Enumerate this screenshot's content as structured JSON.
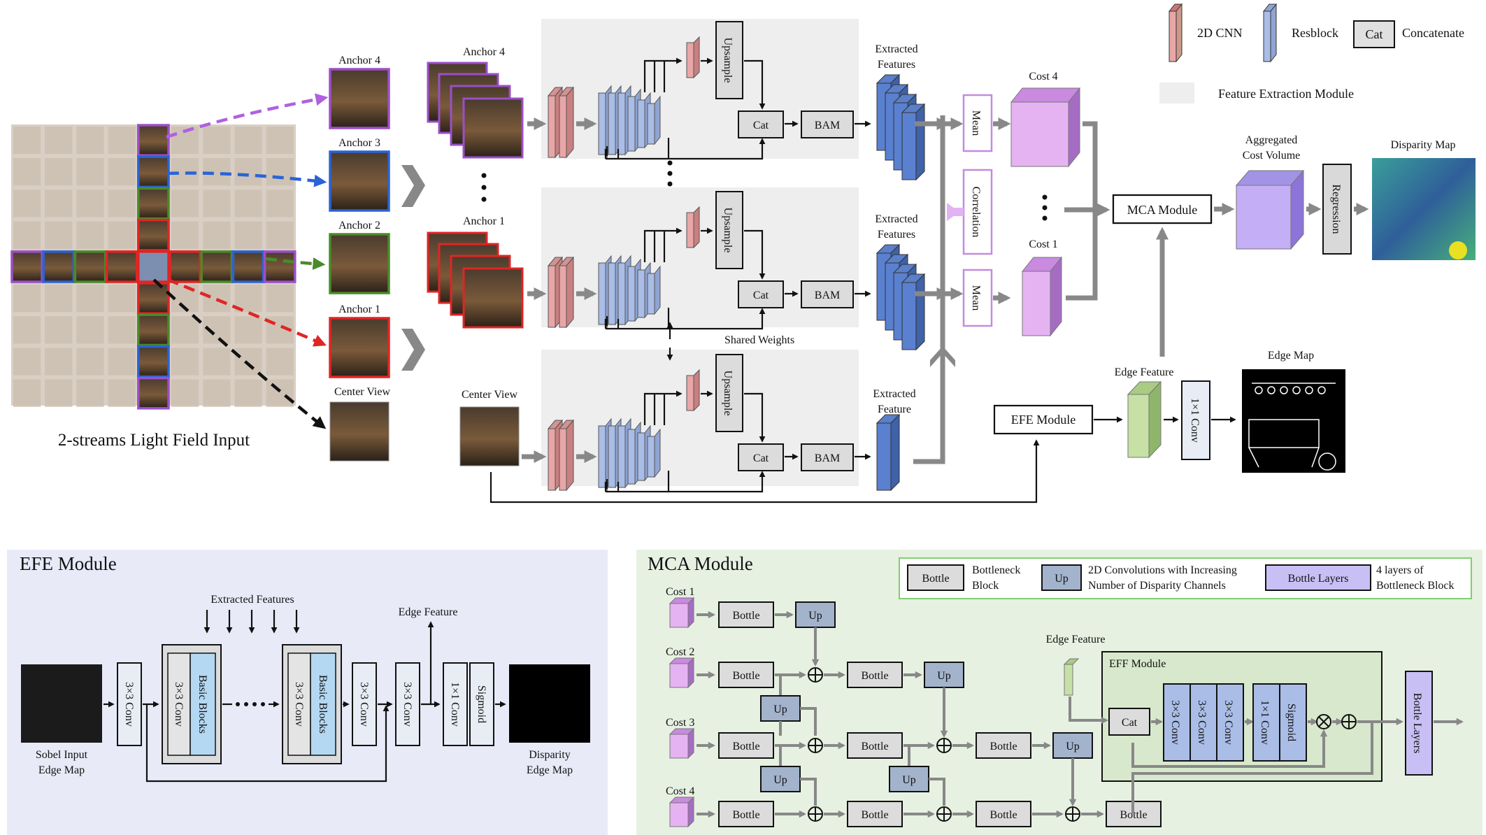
{
  "legend": {
    "cnn": "2D CNN",
    "resblock": "Resblock",
    "cat": "Cat",
    "concatenate": "Concatenate",
    "fem": "Feature Extraction Module"
  },
  "input": {
    "caption": "2-streams Light Field Input",
    "anchor4": "Anchor 4",
    "anchor3": "Anchor 3",
    "anchor2": "Anchor 2",
    "anchor1": "Anchor 1",
    "center": "Center View"
  },
  "stream": {
    "anchor4": "Anchor 4",
    "anchor1": "Anchor 1",
    "center": "Center View",
    "upsample": "Upsample",
    "cat": "Cat",
    "bam": "BAM",
    "shared": "Shared Weights",
    "extracted_l1": "Extracted",
    "extracted_l2": "Features",
    "extracted_l2b": "Feature"
  },
  "cost": {
    "mean": "Mean",
    "correlation": "Correlation",
    "cost4": "Cost 4",
    "cost1": "Cost 1",
    "mca": "MCA Module",
    "agg_l1": "Aggregated",
    "agg_l2": "Cost Volume",
    "regression": "Regression",
    "disparity": "Disparity Map",
    "efe": "EFE Module",
    "edge_feature": "Edge Feature",
    "conv1x1": "1×1 Conv",
    "edge_map": "Edge Map"
  },
  "efe_panel": {
    "title": "EFE Module",
    "extracted": "Extracted Features",
    "edge_feature": "Edge Feature",
    "conv3": "3×3 Conv",
    "basic": "Basic Blocks",
    "conv1": "1×1 Conv",
    "sigmoid": "Sigmoid",
    "sobel_l1": "Sobel Input",
    "sobel_l2": "Edge Map",
    "disp_l1": "Disparity",
    "disp_l2": "Edge Map"
  },
  "mca_panel": {
    "title": "MCA Module",
    "legend_bottle": "Bottle",
    "legend_bottle_l1": "Bottleneck",
    "legend_bottle_l2": "Block",
    "legend_up": "Up",
    "legend_up_l1": "2D Convolutions with Increasing",
    "legend_up_l2": "Number of Disparity Channels",
    "legend_layers": "Bottle Layers",
    "legend_layers_l1": "4 layers of",
    "legend_layers_l2": "Bottleneck Block",
    "cost1": "Cost 1",
    "cost2": "Cost 2",
    "cost3": "Cost 3",
    "cost4": "Cost 4",
    "bottle": "Bottle",
    "up": "Up",
    "edge_feature": "Edge Feature",
    "eff": "EFF Module",
    "cat": "Cat",
    "conv3": "3×3 Conv",
    "conv1": "1×1 Conv",
    "sigmoid": "Sigmoid",
    "bottle_layers": "Bottle Layers"
  },
  "colors": {
    "cnn": "#e8a6a6",
    "resblock": "#a9bde6",
    "fem_bg": "#eeeeee",
    "cost": "#e6b3f2",
    "agg": "#c4aef5",
    "efe_bg": "#e8eaf8",
    "mca_bg": "#e6f1e2",
    "anchor4": "#9b4fc8",
    "anchor3": "#2a63d6",
    "anchor2": "#4a8a2a",
    "anchor1": "#e02525"
  }
}
